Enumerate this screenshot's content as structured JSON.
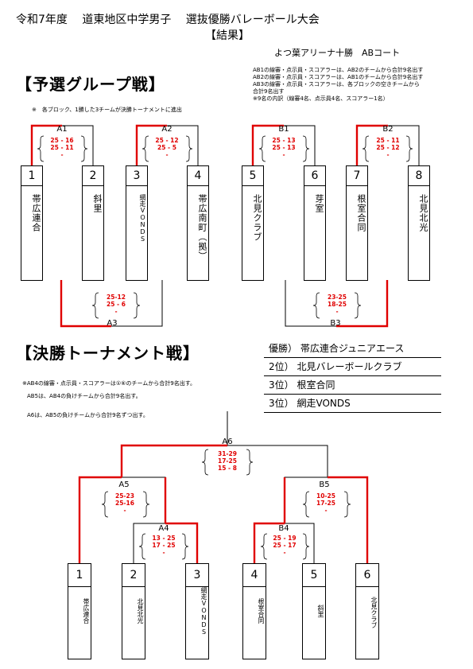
{
  "header": {
    "title": "令和7年度　 道東地区中学男子　 選抜優勝バレーボール大会",
    "subtitle": "【結果】",
    "venue": "よつ葉アリーナ十勝　ABコート"
  },
  "rules": [
    "AB1の線審・点示員・スコアラーは、AB2のチームから合計9名出す",
    "AB2の線審・点示員・スコアラーは、AB1のチームから合計9名出す",
    "AB3の線審・点示員・スコアラーは、各ブロックの空きチームから",
    "合計9名出す",
    "※9名の内訳（線審4名、点示員4名、スコアラー1名）"
  ],
  "prelim": {
    "title": "【予選グループ戦】",
    "note": "※　各ブロック、1勝した3チームが決勝トーナメントに進出",
    "teams": [
      {
        "no": "1",
        "name": "帯広連合"
      },
      {
        "no": "2",
        "name": "斜里"
      },
      {
        "no": "3",
        "name": "網走VONDS"
      },
      {
        "no": "4",
        "name": "帯広南町（拠）"
      },
      {
        "no": "5",
        "name": "北見クラブ"
      },
      {
        "no": "6",
        "name": "芽室"
      },
      {
        "no": "7",
        "name": "根室合同"
      },
      {
        "no": "8",
        "name": "北見北光"
      }
    ],
    "matches": {
      "A1": {
        "label": "A1",
        "s1": "25 - 16",
        "s2": "25 - 11",
        "s3": "-"
      },
      "A2": {
        "label": "A2",
        "s1": "25 - 12",
        "s2": "25 - 5",
        "s3": "-"
      },
      "B1": {
        "label": "B1",
        "s1": "25 - 13",
        "s2": "25 - 13",
        "s3": "-"
      },
      "B2": {
        "label": "B2",
        "s1": "25 - 11",
        "s2": "25 - 12",
        "s3": "-"
      },
      "A3": {
        "label": "A3",
        "s1": "25-12",
        "s2": "25 - 6",
        "s3": "-"
      },
      "B3": {
        "label": "B3",
        "s1": "23-25",
        "s2": "18-25",
        "s3": "-"
      }
    }
  },
  "final": {
    "title": "【決勝トーナメント戦】",
    "notes": [
      "※AB4の線審・点示員・スコアラーは①⑥のチームから合計9名出す。",
      "AB5は、AB4の負けチームから合計9名出す。",
      "A6は、AB5の負けチームから合計9名ずつ出す。"
    ],
    "teams": [
      {
        "no": "1",
        "name": "帯広連合"
      },
      {
        "no": "2",
        "name": "北見北光"
      },
      {
        "no": "3",
        "name": "網走VONDS"
      },
      {
        "no": "4",
        "name": "根室合同"
      },
      {
        "no": "5",
        "name": "斜里"
      },
      {
        "no": "6",
        "name": "北見クラブ"
      }
    ],
    "matches": {
      "A4": {
        "label": "A4",
        "s1": "13 - 25",
        "s2": "17 - 25",
        "s3": "-"
      },
      "B4": {
        "label": "B4",
        "s1": "25 - 19",
        "s2": "25 - 17",
        "s3": "-"
      },
      "A5": {
        "label": "A5",
        "s1": "25-23",
        "s2": "25-16",
        "s3": "-"
      },
      "B5": {
        "label": "B5",
        "s1": "10-25",
        "s2": "17-25",
        "s3": "-"
      },
      "A6": {
        "label": "A6",
        "s1": "31-29",
        "s2": "17-25",
        "s3": "15 - 8"
      }
    }
  },
  "results": [
    {
      "rank": "優勝）",
      "team": "帯広連合ジュニアエース"
    },
    {
      "rank": "2位）",
      "team": "北見バレーボールクラブ"
    },
    {
      "rank": "3位）",
      "team": "根室合同"
    },
    {
      "rank": "3位）",
      "team": "網走VONDS"
    }
  ]
}
